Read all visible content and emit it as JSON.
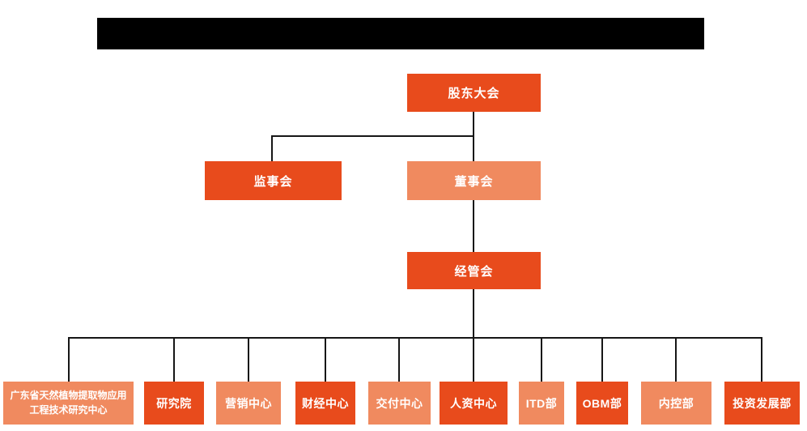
{
  "org_chart": {
    "nodes": {
      "shareholders": {
        "label": "股东大会"
      },
      "supervisory": {
        "label": "监事会"
      },
      "board": {
        "label": "董事会"
      },
      "management": {
        "label": "经管会"
      }
    },
    "departments": [
      {
        "label": "广东省天然植物提取物应用工程技术研究中心"
      },
      {
        "label": "研究院"
      },
      {
        "label": "营销中心"
      },
      {
        "label": "财经中心"
      },
      {
        "label": "交付中心"
      },
      {
        "label": "人资中心"
      },
      {
        "label": "ITD部"
      },
      {
        "label": "OBM部"
      },
      {
        "label": "内控部"
      },
      {
        "label": "投资发展部"
      }
    ],
    "colors": {
      "primary_orange": "#E84B1C",
      "secondary_salmon": "#F08A5F",
      "connector": "#161616",
      "redaction": "#000000",
      "node_text": "#FFFFFF"
    }
  }
}
